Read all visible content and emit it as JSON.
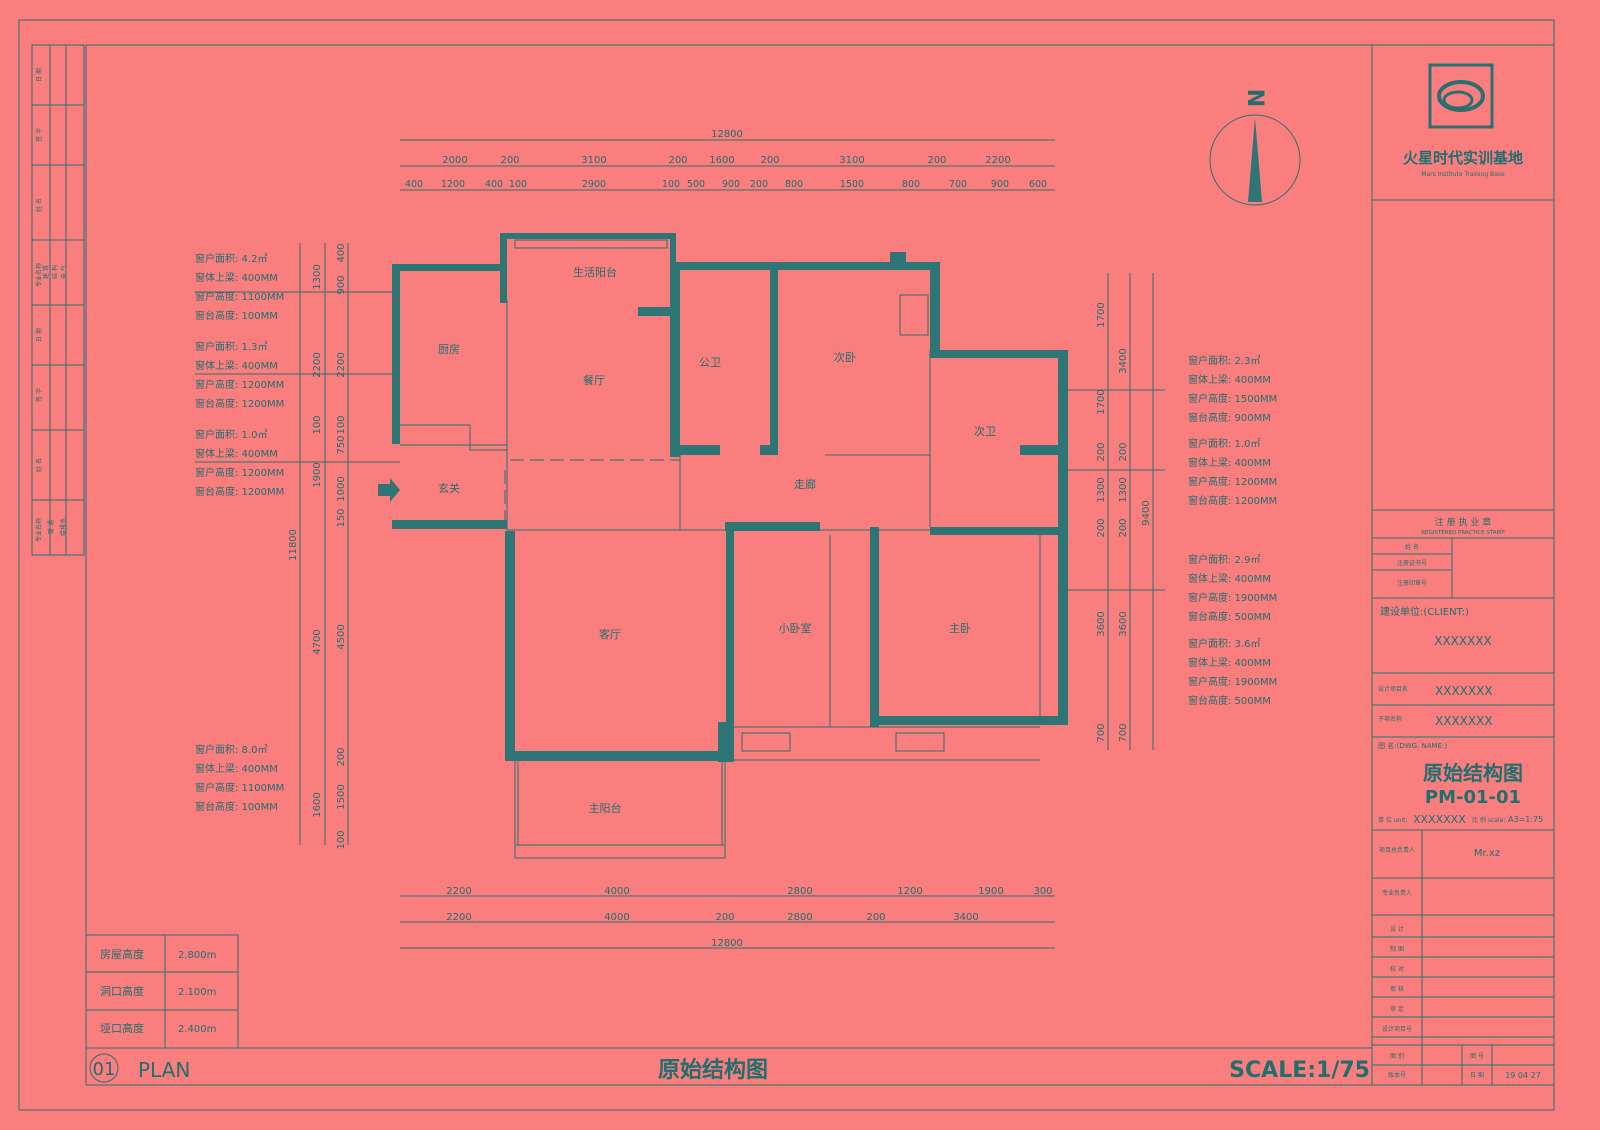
{
  "title_block": {
    "company": "火星时代实训基地",
    "company_en": "Mars Institute Training Base",
    "registered_stamp": "注 册 执 业 章",
    "registered_stamp_en": "REGISTERED PRACTICE STAMP",
    "reg_rows": [
      "姓 名",
      "注册证书号",
      "注册印章号"
    ],
    "client_label": "建设单位:(CLIENT:)",
    "client_value": "XXXXXXX",
    "project_name_label": "设计项目名",
    "project_name_value": "XXXXXXX",
    "sub_project_label": "子项名称",
    "sub_project_value": "XXXXXXX",
    "drawing_name_label": "图 名:(DWG. NAME:)",
    "drawing_title": "原始结构图",
    "drawing_number": "PM-01-01",
    "unit_label": "单 位 unit:",
    "unit_value": "XXXXXXX",
    "scale_label": "比 例 scale:",
    "scale_value": "A3=1:75",
    "project_leader_label": "项目总负责人",
    "project_leader_value": "Mr.xz",
    "discipline_leader_label": "专业负责人",
    "sign_rows": [
      "设 计",
      "制 图",
      "校 对",
      "审 核",
      "审 定",
      "设计项目号"
    ],
    "type_label": "图 别",
    "sheet_no_label": "图 号",
    "version_label": "版本号",
    "date_label": "日 期",
    "date_value": "19 04 27"
  },
  "rooms": [
    {
      "label": "生活阳台"
    },
    {
      "label": "厨房"
    },
    {
      "label": "餐厅"
    },
    {
      "label": "公卫"
    },
    {
      "label": "次卧"
    },
    {
      "label": "次卫"
    },
    {
      "label": "玄关"
    },
    {
      "label": "走廊"
    },
    {
      "label": "客厅"
    },
    {
      "label": "小卧室"
    },
    {
      "label": "主卧"
    },
    {
      "label": "主阳台"
    }
  ],
  "window_notes_left": [
    [
      "窗户面积: 4.2㎡",
      "窗体上梁: 400MM",
      "窗户高度: 1100MM",
      "窗台高度: 100MM"
    ],
    [
      "窗户面积: 1.3㎡",
      "窗体上梁: 400MM",
      "窗户高度: 1200MM",
      "窗台高度: 1200MM"
    ],
    [
      "窗户面积: 1.0㎡",
      "窗体上梁: 400MM",
      "窗户高度: 1200MM",
      "窗台高度: 1200MM"
    ],
    [
      "窗户面积: 8.0㎡",
      "窗体上梁: 400MM",
      "窗户高度: 1100MM",
      "窗台高度: 100MM"
    ]
  ],
  "window_notes_right": [
    [
      "窗户面积: 2.3㎡",
      "窗体上梁: 400MM",
      "窗户高度: 1500MM",
      "窗台高度: 900MM"
    ],
    [
      "窗户面积: 1.0㎡",
      "窗体上梁: 400MM",
      "窗户高度: 1200MM",
      "窗台高度: 1200MM"
    ],
    [
      "窗户面积: 2.9㎡",
      "窗体上梁: 400MM",
      "窗户高度: 1900MM",
      "窗台高度: 500MM"
    ],
    [
      "窗户面积: 3.6㎡",
      "窗体上梁: 400MM",
      "窗户高度: 1900MM",
      "窗台高度: 500MM"
    ]
  ],
  "dims_top_total": "12800",
  "dims_top_row1": [
    "2000",
    "200",
    "3100",
    "200",
    "1600",
    "200",
    "3100",
    "200",
    "2200"
  ],
  "dims_top_row2": [
    "400",
    "1200",
    "400",
    "100",
    "2900",
    "100",
    "500",
    "900",
    "200",
    "800",
    "1500",
    "800",
    "700",
    "900",
    "600"
  ],
  "dims_bottom_row1": [
    "2200",
    "4000",
    "2800",
    "1200",
    "1900",
    "300"
  ],
  "dims_bottom_row2": [
    "2200",
    "4000",
    "200",
    "2800",
    "200",
    "3400"
  ],
  "dims_bottom_total": "12800",
  "dims_left_outer": [
    "1300",
    "2200",
    "100",
    "1900",
    "4700",
    "1600"
  ],
  "dims_left_inner": [
    "400",
    "900",
    "2200",
    "100",
    "750",
    "1000",
    "150",
    "4500",
    "200",
    "1500",
    "100"
  ],
  "dims_left_total": "11800",
  "dims_right_outer": [
    "1700",
    "1700",
    "200",
    "1300",
    "200",
    "3600",
    "700"
  ],
  "dims_right_inner": [
    "3400",
    "200",
    "1300",
    "200",
    "3600",
    "700"
  ],
  "dims_right_total": "9400",
  "heights_table": [
    {
      "label": "房屋高度",
      "value": "2.800m"
    },
    {
      "label": "洞口高度",
      "value": "2.100m"
    },
    {
      "label": "垭口高度",
      "value": "2.400m"
    }
  ],
  "footer": {
    "number": "01",
    "plan": "PLAN",
    "title": "原始结构图",
    "scale": "SCALE:1/75"
  },
  "north": "N",
  "left_strip": [
    "日 期",
    "签 字",
    "姓 名",
    "专业名称",
    "建 筑",
    "结 构",
    "电 气",
    "日 期",
    "签 字",
    "姓 名",
    "专业名称",
    "暖 通",
    "给排水"
  ]
}
